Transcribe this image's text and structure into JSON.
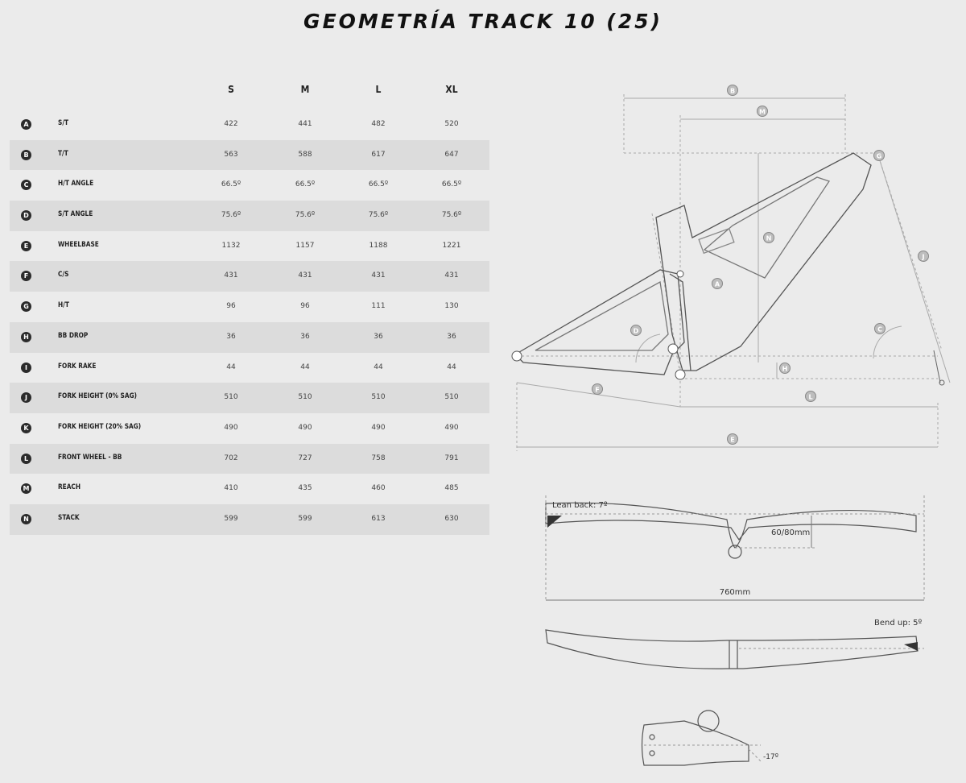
{
  "title": "GEOMETRÍA TRACK 10 (25)",
  "sizes": [
    "S",
    "M",
    "L",
    "XL"
  ],
  "rows": [
    {
      "id": "A",
      "label": "S/T",
      "values": [
        "422",
        "441",
        "482",
        "520"
      ]
    },
    {
      "id": "B",
      "label": "T/T",
      "values": [
        "563",
        "588",
        "617",
        "647"
      ]
    },
    {
      "id": "C",
      "label": "H/T ANGLE",
      "values": [
        "66.5º",
        "66.5º",
        "66.5º",
        "66.5º"
      ]
    },
    {
      "id": "D",
      "label": "S/T ANGLE",
      "values": [
        "75.6º",
        "75.6º",
        "75.6º",
        "75.6º"
      ]
    },
    {
      "id": "E",
      "label": "WHEELBASE",
      "values": [
        "1132",
        "1157",
        "1188",
        "1221"
      ]
    },
    {
      "id": "F",
      "label": "C/S",
      "values": [
        "431",
        "431",
        "431",
        "431"
      ]
    },
    {
      "id": "G",
      "label": "H/T",
      "values": [
        "96",
        "96",
        "111",
        "130"
      ]
    },
    {
      "id": "H",
      "label": "BB DROP",
      "values": [
        "36",
        "36",
        "36",
        "36"
      ]
    },
    {
      "id": "I",
      "label": "FORK RAKE",
      "values": [
        "44",
        "44",
        "44",
        "44"
      ]
    },
    {
      "id": "J",
      "label": "FORK HEIGHT (0% SAG)",
      "values": [
        "510",
        "510",
        "510",
        "510"
      ]
    },
    {
      "id": "K",
      "label": "FORK HEIGHT (20% SAG)",
      "values": [
        "490",
        "490",
        "490",
        "490"
      ]
    },
    {
      "id": "L",
      "label": "FRONT WHEEL - BB",
      "values": [
        "702",
        "727",
        "758",
        "791"
      ]
    },
    {
      "id": "M",
      "label": "REACH",
      "values": [
        "410",
        "435",
        "460",
        "485"
      ]
    },
    {
      "id": "N",
      "label": "STACK",
      "values": [
        "599",
        "599",
        "613",
        "630"
      ]
    }
  ],
  "frame_markers": {
    "b": "B",
    "m": "M",
    "g": "G",
    "n": "N",
    "a": "A",
    "j": "J",
    "d": "D",
    "c": "C",
    "h": "H",
    "f": "F",
    "l": "L",
    "e": "E"
  },
  "handlebar": {
    "lean_back": "Lean back: 7º",
    "rise": "60/80mm",
    "width": "760mm",
    "bend_up": "Bend up: 5º"
  },
  "stem": {
    "angle": "-17º"
  }
}
